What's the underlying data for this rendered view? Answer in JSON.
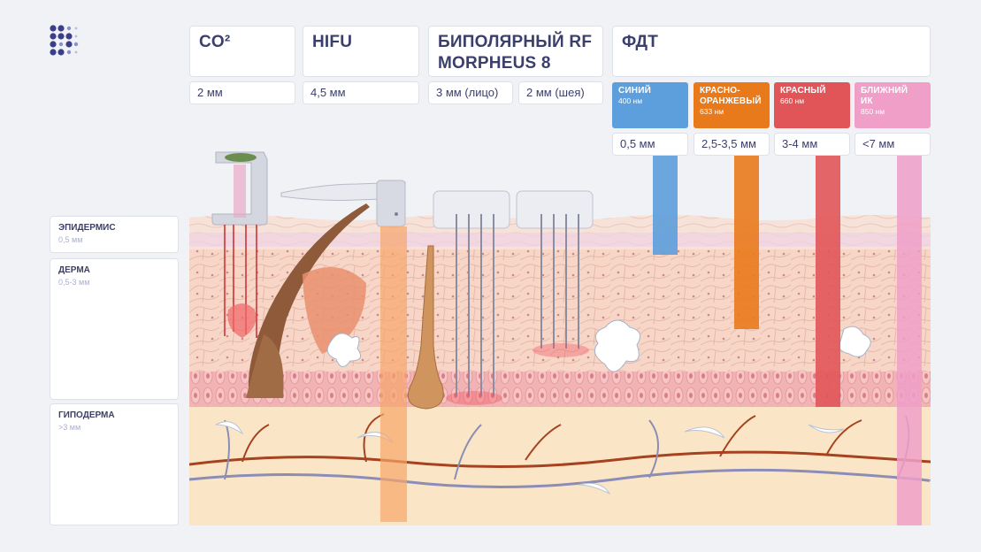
{
  "colors": {
    "blue": "#5c9fdc",
    "orange": "#e97a1c",
    "red": "#e15558",
    "pink": "#ef9fc8",
    "text": "#3b3f6b",
    "muted": "#a9aed0"
  },
  "layers": [
    {
      "name": "ЭПИДЕРМИС",
      "depth": "0,5 мм"
    },
    {
      "name": "ДЕРМА",
      "depth": "0,5-3 мм"
    },
    {
      "name": "ГИПОДЕРМА",
      "depth": ">3 мм"
    }
  ],
  "methods": {
    "co2": {
      "title": "CO²",
      "depth": "2 мм"
    },
    "hifu": {
      "title": "HIFU",
      "depth": "4,5 мм"
    },
    "rf": {
      "title_line1": "БИПОЛЯРНЫЙ RF",
      "title_line2": "MORPHEUS 8",
      "depth_face": "3 мм (лицо)",
      "depth_neck": "2 мм (шея)"
    },
    "pdt": {
      "title": "ФДТ",
      "bands": [
        {
          "name": "СИНИЙ",
          "wavelength": "400 нм",
          "depth": "0,5 мм",
          "color": "#5c9fdc"
        },
        {
          "name_line1": "КРАСНО-",
          "name_line2": "ОРАНЖЕВЫЙ",
          "wavelength": "633 нм",
          "depth": "2,5-3,5 мм",
          "color": "#e97a1c"
        },
        {
          "name": "КРАСНЫЙ",
          "wavelength": "660 нм",
          "depth": "3-4 мм",
          "color": "#e15558"
        },
        {
          "name_line1": "БЛИЖНИЙ",
          "name_line2": "ИК",
          "wavelength": "850 нм",
          "depth": "<7 мм",
          "color": "#ef9fc8"
        }
      ]
    }
  }
}
